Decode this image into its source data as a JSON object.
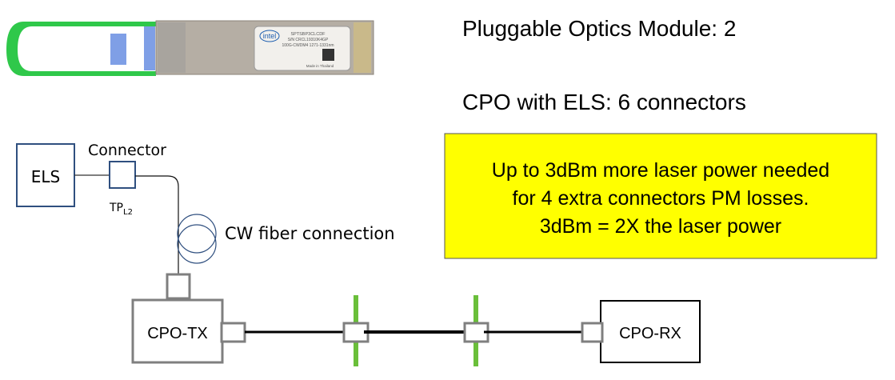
{
  "headline": {
    "pluggable": "Pluggable Optics Module: 2",
    "cpo": "CPO with ELS: 6 connectors"
  },
  "callout": {
    "lines": [
      "Up to 3dBm more laser power needed",
      "for 4 extra connectors PM losses.",
      "3dBm = 2X the laser power"
    ],
    "background": "#ffff00"
  },
  "module_photo": {
    "brand": "intel",
    "part_number": "SPTSBP3CLCDF",
    "serial": "S/N CRCL19310K4GP",
    "spec": "100G-CWDM4 1271-1331nm",
    "origin": "Made in Thailand"
  },
  "diagram": {
    "els_label": "ELS",
    "connector_label": "Connector",
    "tp_label": "TP",
    "tp_subscript": "L2",
    "fiber_label": "CW fiber connection",
    "cpo_tx_label": "CPO-TX",
    "cpo_rx_label": "CPO-RX",
    "colors": {
      "els": "#2f4f7f",
      "box": "#7f7f7f",
      "patch": "#6abf3a"
    }
  }
}
